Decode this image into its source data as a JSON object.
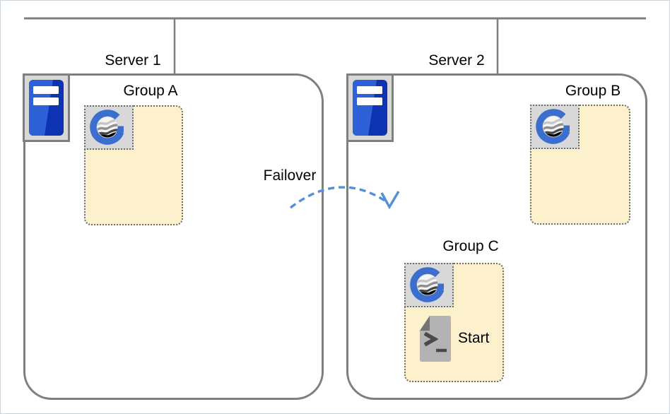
{
  "servers": [
    {
      "label": "Server 1"
    },
    {
      "label": "Server 2"
    }
  ],
  "groups": [
    {
      "label": "Group A"
    },
    {
      "label": "Group B"
    },
    {
      "label": "Group C",
      "actions": [
        {
          "label": "Start"
        }
      ]
    }
  ],
  "failover": {
    "label": "Failover"
  },
  "icons": {
    "server": "server-tower-icon",
    "group_logo": "g-globe-logo-icon",
    "start_script": "script-document-icon",
    "failover_arrow": "dashed-curved-arrow-icon",
    "network": "network-bus-line"
  },
  "colors": {
    "connector_gray": "#7f7f7f",
    "server_border_gray": "#7f7f7f",
    "group_fill_cream": "#fdf1cd",
    "group_border_dotted_gray": "#6e6e6e",
    "icon_box_gray": "#d8d8d8",
    "server_icon_blue_dark": "#0e33b2",
    "server_icon_blue_light": "#2e61d8",
    "logo_blue": "#3c6ecf",
    "failover_arrow_blue": "#5590d6",
    "script_doc_gray": "#b3b3b3",
    "script_fold_gray": "#747474",
    "script_glyph_gray": "#4a4a4a",
    "text_black": "#000000",
    "page_border": "#ccd4de"
  }
}
